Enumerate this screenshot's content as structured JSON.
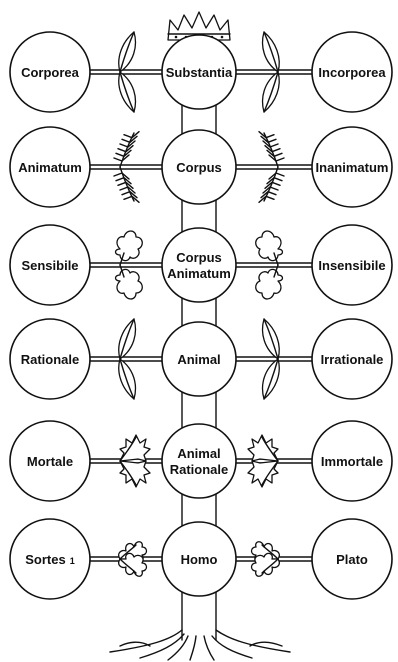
{
  "colors": {
    "ink": "#111111",
    "paper": "#ffffff"
  },
  "rows": [
    {
      "left": "Corporea",
      "center": [
        "Substantia"
      ],
      "right": "Incorporea",
      "leaf": "smooth-leaf-icon"
    },
    {
      "left": "Animatum",
      "center": [
        "Corpus"
      ],
      "right": "Inanimatum",
      "leaf": "fern-leaf-icon"
    },
    {
      "left": "Sensibile",
      "center": [
        "Corpus",
        "Animatum"
      ],
      "right": "Insensibile",
      "leaf": "flower-leaf-icon"
    },
    {
      "left": "Rationale",
      "center": [
        "Animal"
      ],
      "right": "Irrationale",
      "leaf": "smooth-leaf-icon"
    },
    {
      "left": "Mortale",
      "center": [
        "Animal",
        "Rationale"
      ],
      "right": "Immortale",
      "leaf": "holly-leaf-icon"
    },
    {
      "left": "Sortes",
      "left_sub": "1",
      "center": [
        "Homo"
      ],
      "right": "Plato",
      "leaf": "oak-leaf-icon"
    }
  ],
  "decorations": {
    "crown": "crown-icon",
    "roots": "roots-icon"
  }
}
